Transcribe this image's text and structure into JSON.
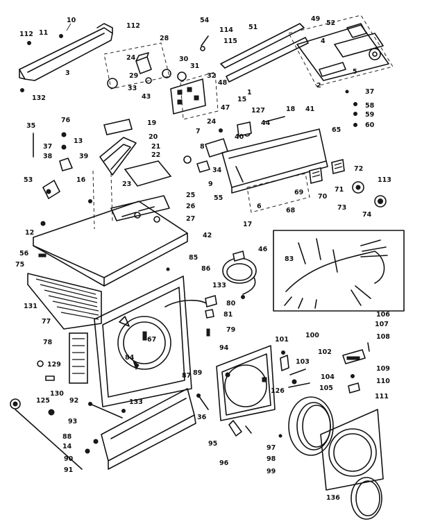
{
  "diagram": {
    "labels": [
      {
        "id": "10",
        "t": "10"
      },
      {
        "id": "11",
        "t": "11"
      },
      {
        "id": "112a",
        "t": "112"
      },
      {
        "id": "112b",
        "t": "112"
      },
      {
        "id": "3",
        "t": "3"
      },
      {
        "id": "132",
        "t": "132"
      },
      {
        "id": "28",
        "t": "28"
      },
      {
        "id": "24a",
        "t": "24"
      },
      {
        "id": "29",
        "t": "29"
      },
      {
        "id": "33",
        "t": "33"
      },
      {
        "id": "30",
        "t": "30"
      },
      {
        "id": "31",
        "t": "31"
      },
      {
        "id": "32",
        "t": "32"
      },
      {
        "id": "43",
        "t": "43"
      },
      {
        "id": "54",
        "t": "54"
      },
      {
        "id": "114",
        "t": "114"
      },
      {
        "id": "115",
        "t": "115"
      },
      {
        "id": "51",
        "t": "51"
      },
      {
        "id": "49",
        "t": "49"
      },
      {
        "id": "52",
        "t": "52"
      },
      {
        "id": "4",
        "t": "4"
      },
      {
        "id": "1",
        "t": "1"
      },
      {
        "id": "5",
        "t": "5"
      },
      {
        "id": "2",
        "t": "2"
      },
      {
        "id": "37a",
        "t": "37"
      },
      {
        "id": "58",
        "t": "58"
      },
      {
        "id": "59",
        "t": "59"
      },
      {
        "id": "60",
        "t": "60"
      },
      {
        "id": "48",
        "t": "48"
      },
      {
        "id": "47",
        "t": "47"
      },
      {
        "id": "15",
        "t": "15"
      },
      {
        "id": "127",
        "t": "127"
      },
      {
        "id": "18",
        "t": "18"
      },
      {
        "id": "41",
        "t": "41"
      },
      {
        "id": "44",
        "t": "44"
      },
      {
        "id": "65",
        "t": "65"
      },
      {
        "id": "24b",
        "t": "24"
      },
      {
        "id": "7",
        "t": "7"
      },
      {
        "id": "40",
        "t": "40"
      },
      {
        "id": "8",
        "t": "8"
      },
      {
        "id": "34",
        "t": "34"
      },
      {
        "id": "9",
        "t": "9"
      },
      {
        "id": "55",
        "t": "55"
      },
      {
        "id": "72",
        "t": "72"
      },
      {
        "id": "69",
        "t": "69"
      },
      {
        "id": "71",
        "t": "71"
      },
      {
        "id": "70",
        "t": "70"
      },
      {
        "id": "113",
        "t": "113"
      },
      {
        "id": "6",
        "t": "6"
      },
      {
        "id": "68",
        "t": "68"
      },
      {
        "id": "73",
        "t": "73"
      },
      {
        "id": "74",
        "t": "74"
      },
      {
        "id": "17",
        "t": "17"
      },
      {
        "id": "35",
        "t": "35"
      },
      {
        "id": "76",
        "t": "76"
      },
      {
        "id": "13",
        "t": "13"
      },
      {
        "id": "37b",
        "t": "37"
      },
      {
        "id": "38",
        "t": "38"
      },
      {
        "id": "39",
        "t": "39"
      },
      {
        "id": "19",
        "t": "19"
      },
      {
        "id": "20",
        "t": "20"
      },
      {
        "id": "21",
        "t": "21"
      },
      {
        "id": "22",
        "t": "22"
      },
      {
        "id": "53",
        "t": "53"
      },
      {
        "id": "16",
        "t": "16"
      },
      {
        "id": "23",
        "t": "23"
      },
      {
        "id": "25",
        "t": "25"
      },
      {
        "id": "26",
        "t": "26"
      },
      {
        "id": "27",
        "t": "27"
      },
      {
        "id": "12",
        "t": "12"
      },
      {
        "id": "42",
        "t": "42"
      },
      {
        "id": "56",
        "t": "56"
      },
      {
        "id": "75",
        "t": "75"
      },
      {
        "id": "131",
        "t": "131"
      },
      {
        "id": "77",
        "t": "77"
      },
      {
        "id": "85",
        "t": "85"
      },
      {
        "id": "86",
        "t": "86"
      },
      {
        "id": "46",
        "t": "46"
      },
      {
        "id": "83",
        "t": "83"
      },
      {
        "id": "133a",
        "t": "133"
      },
      {
        "id": "80",
        "t": "80"
      },
      {
        "id": "81",
        "t": "81"
      },
      {
        "id": "79",
        "t": "79"
      },
      {
        "id": "78",
        "t": "78"
      },
      {
        "id": "67",
        "t": "67"
      },
      {
        "id": "84",
        "t": "84"
      },
      {
        "id": "129",
        "t": "129"
      },
      {
        "id": "130",
        "t": "130"
      },
      {
        "id": "87",
        "t": "87"
      },
      {
        "id": "94",
        "t": "94"
      },
      {
        "id": "101",
        "t": "101"
      },
      {
        "id": "100",
        "t": "100"
      },
      {
        "id": "102",
        "t": "102"
      },
      {
        "id": "103",
        "t": "103"
      },
      {
        "id": "104",
        "t": "104"
      },
      {
        "id": "105",
        "t": "105"
      },
      {
        "id": "106",
        "t": "106"
      },
      {
        "id": "107",
        "t": "107"
      },
      {
        "id": "108",
        "t": "108"
      },
      {
        "id": "109",
        "t": "109"
      },
      {
        "id": "110",
        "t": "110"
      },
      {
        "id": "111",
        "t": "111"
      },
      {
        "id": "125",
        "t": "125"
      },
      {
        "id": "92",
        "t": "92"
      },
      {
        "id": "133b",
        "t": "133"
      },
      {
        "id": "89",
        "t": "89"
      },
      {
        "id": "126",
        "t": "126"
      },
      {
        "id": "93",
        "t": "93"
      },
      {
        "id": "36",
        "t": "36"
      },
      {
        "id": "88",
        "t": "88"
      },
      {
        "id": "14",
        "t": "14"
      },
      {
        "id": "90",
        "t": "90"
      },
      {
        "id": "91",
        "t": "91"
      },
      {
        "id": "95",
        "t": "95"
      },
      {
        "id": "96",
        "t": "96"
      },
      {
        "id": "97",
        "t": "97"
      },
      {
        "id": "98",
        "t": "98"
      },
      {
        "id": "99",
        "t": "99"
      },
      {
        "id": "136",
        "t": "136"
      }
    ]
  }
}
